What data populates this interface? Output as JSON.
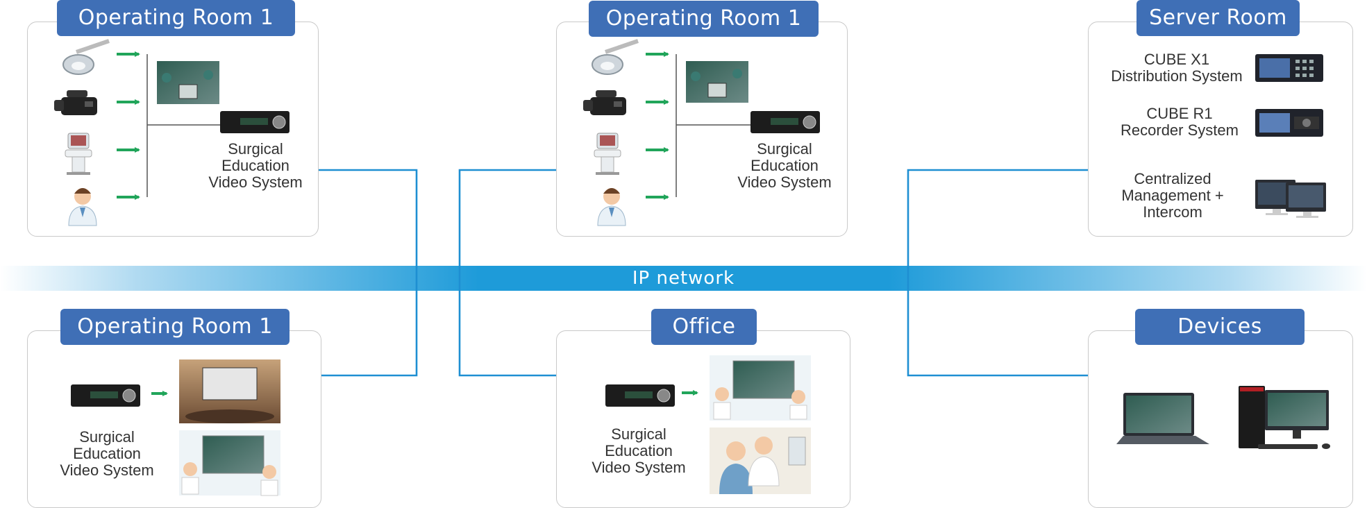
{
  "diagram": {
    "network_label": "IP network",
    "or1": {
      "title": "Operating Room 1",
      "label_lines": [
        "Surgical",
        "Education",
        "Video System"
      ]
    },
    "or2": {
      "title": "Operating Room 1",
      "label_lines": [
        "Surgical",
        "Education",
        "Video System"
      ]
    },
    "or3": {
      "title": "Operating Room 1",
      "label_lines": [
        "Surgical",
        "Education",
        "Video System"
      ]
    },
    "office": {
      "title": "Office",
      "label_lines": [
        "Surgical",
        "Education",
        "Video System"
      ]
    },
    "server": {
      "title": "Server Room",
      "items": [
        {
          "lines": [
            "CUBE X1",
            "Distribution System"
          ]
        },
        {
          "lines": [
            "CUBE R1",
            "Recorder System"
          ]
        },
        {
          "lines": [
            "Centralized",
            "Management +",
            "Intercom"
          ]
        }
      ]
    },
    "devices": {
      "title": "Devices"
    },
    "colors": {
      "title_bg": "#3f6fb6",
      "link": "#1e8fd2",
      "arrow": "#21a55a",
      "network": "#1e9bd9"
    }
  }
}
